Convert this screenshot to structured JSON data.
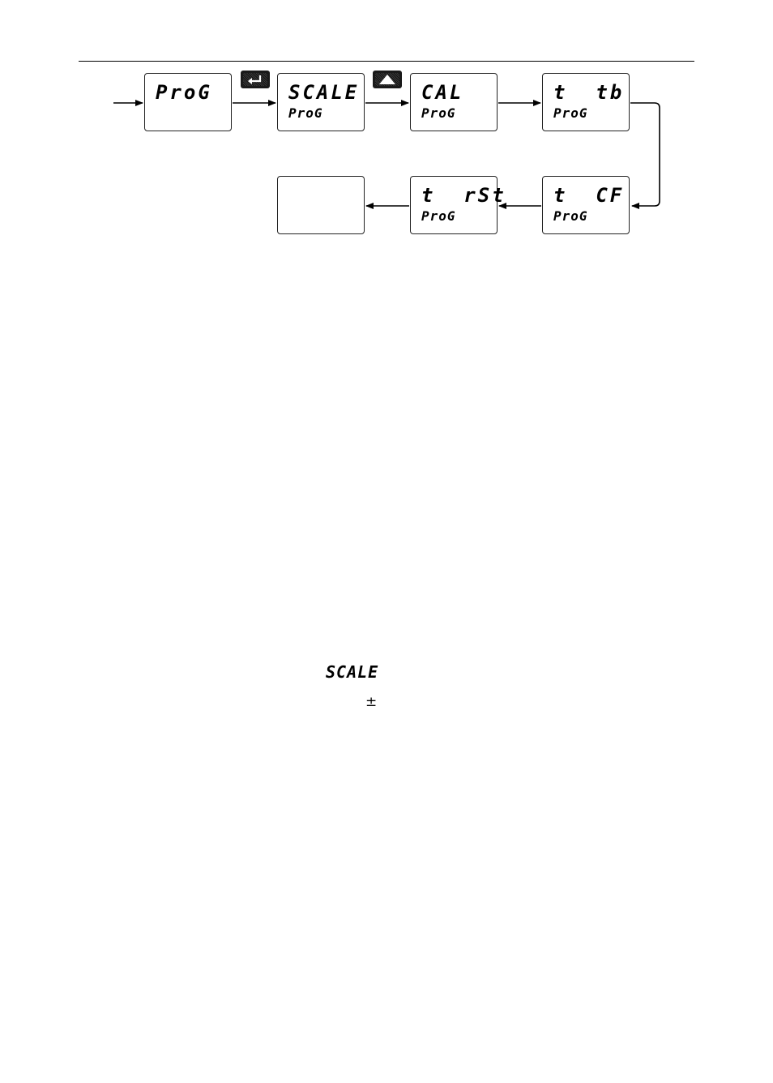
{
  "flow": {
    "prog": {
      "main": "ProG"
    },
    "scale": {
      "main": "SCALE",
      "sub": "ProG"
    },
    "cal": {
      "main": "CAL",
      "sub": "ProG"
    },
    "t_tb": {
      "main": "t  tb",
      "sub": "ProG"
    },
    "t_cf": {
      "main": "t  CF",
      "sub": "ProG"
    },
    "t_rst": {
      "main": "t  rSt",
      "sub": "ProG"
    },
    "blank": {
      "main": ""
    },
    "buttons": {
      "enter": "enter-icon",
      "up": "up-arrow-icon"
    }
  },
  "body_text": {
    "scale_display": "SCALE",
    "plus_minus": "±"
  }
}
